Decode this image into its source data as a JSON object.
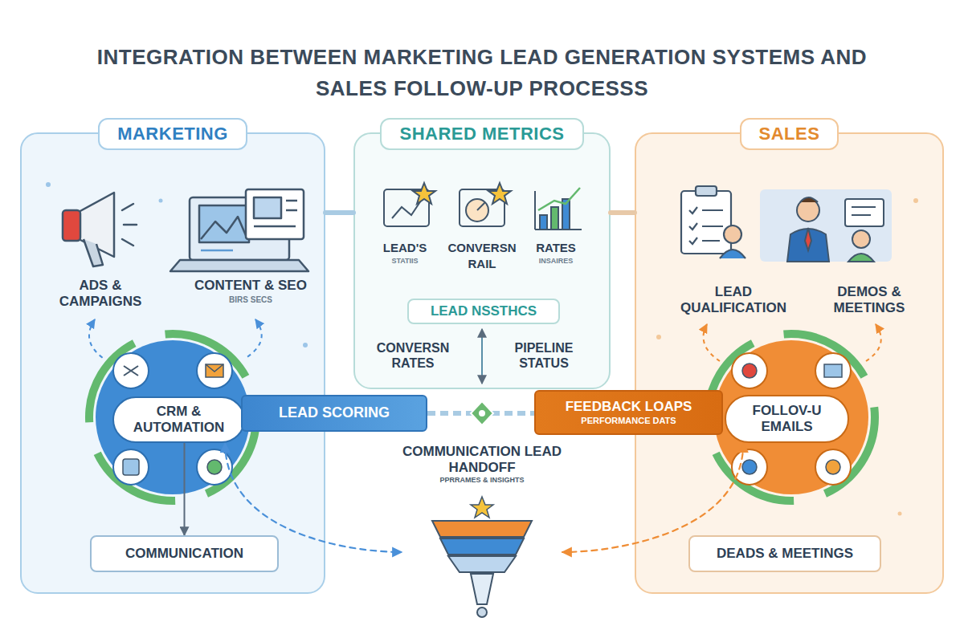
{
  "diagram": {
    "title": "INTEGRATION BETWEEN MARKETING LEAD GENERATION SYSTEMS AND SALES FOLLOW-UP PROCESSS",
    "nodes": [
      {
        "text": [
          "MARKETING"
        ]
      },
      {
        "text": [
          "CRM & AUTOMATION"
        ],
        "in": 0
      },
      {
        "text": [
          "COMMUNICATION"
        ],
        "in": 0
      },
      {
        "text": [
          "SHARED METRICS"
        ]
      },
      {
        "text": [
          "LEAD NSSTHCS"
        ],
        "in": 3
      },
      {
        "text": [
          "SALES"
        ]
      },
      {
        "text": [
          "FOLLOV-U EMAILS"
        ],
        "in": 5
      },
      {
        "text": [
          "DEADS & MEETINGS"
        ],
        "in": 5
      },
      {
        "text": [
          "LEAD SCORING"
        ]
      },
      {
        "text": [
          "FEEDBACK LOAPS",
          "PERFORMANCE DATS"
        ]
      },
      {
        "text": [
          "COMMUNICATION LEAD HANDOFF",
          "PPRRAMES & INSIGHTS"
        ]
      }
    ],
    "edges": [
      {
        "from": 1,
        "to": 2,
        "arrow": "to"
      },
      {
        "from": 1,
        "to": 10,
        "arrow": "both"
      },
      {
        "from": 6,
        "to": 10,
        "arrow": "both"
      },
      {
        "from": 0,
        "to": 3,
        "arrow": "none"
      },
      {
        "from": 3,
        "to": 5,
        "arrow": "none"
      }
    ],
    "labels": [
      "ADS & CAMPAIGNS",
      "CONTENT & SEO",
      "BIRS SECS",
      "LEAD'S",
      "STATIIS",
      "CONVERSN",
      "RAIL",
      "RATES",
      "INSAIRES",
      "CONVERSN RATES",
      "PIPELINE STATUS",
      "LEAD QUALIFICATION",
      "DEMOS & MEETINGS"
    ]
  }
}
